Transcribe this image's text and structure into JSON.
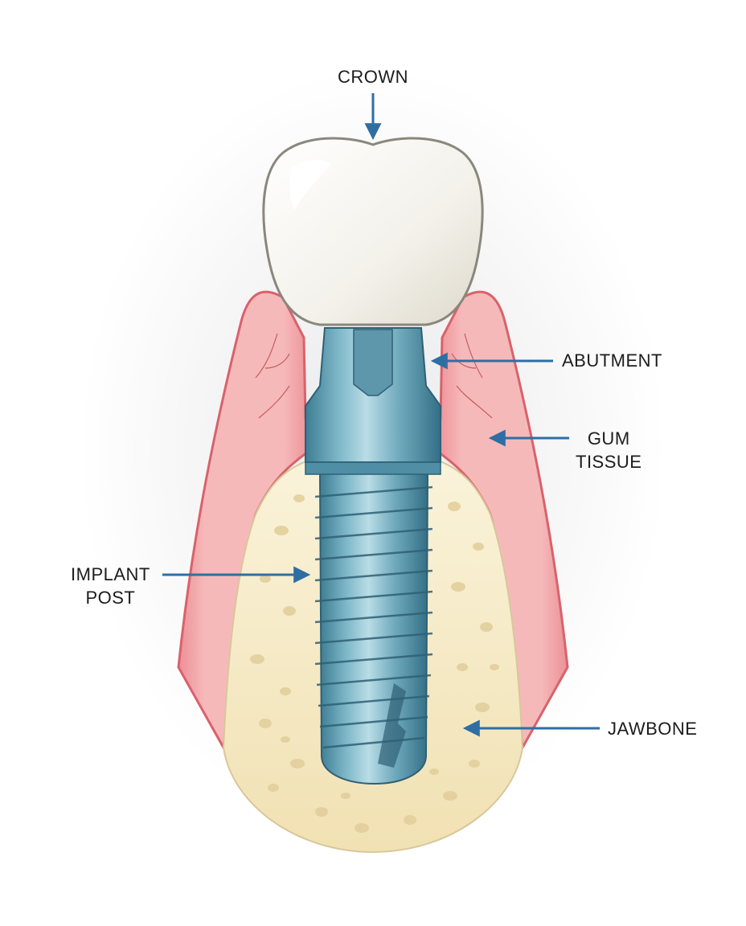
{
  "labels": {
    "crown": "CROWN",
    "abutment": "ABUTMENT",
    "gum_tissue_line1": "GUM",
    "gum_tissue_line2": "TISSUE",
    "implant_post_line1": "IMPLANT",
    "implant_post_line2": "POST",
    "jawbone": "JAWBONE"
  },
  "colors": {
    "arrow": "#2f6ea3",
    "gum": "#f2a7a9",
    "gum_outline": "#d9626a",
    "bone": "#f6ebc8",
    "implant": "#6fa9bd",
    "implant_dark": "#3f7f96",
    "crown": "#f5f4ef"
  }
}
